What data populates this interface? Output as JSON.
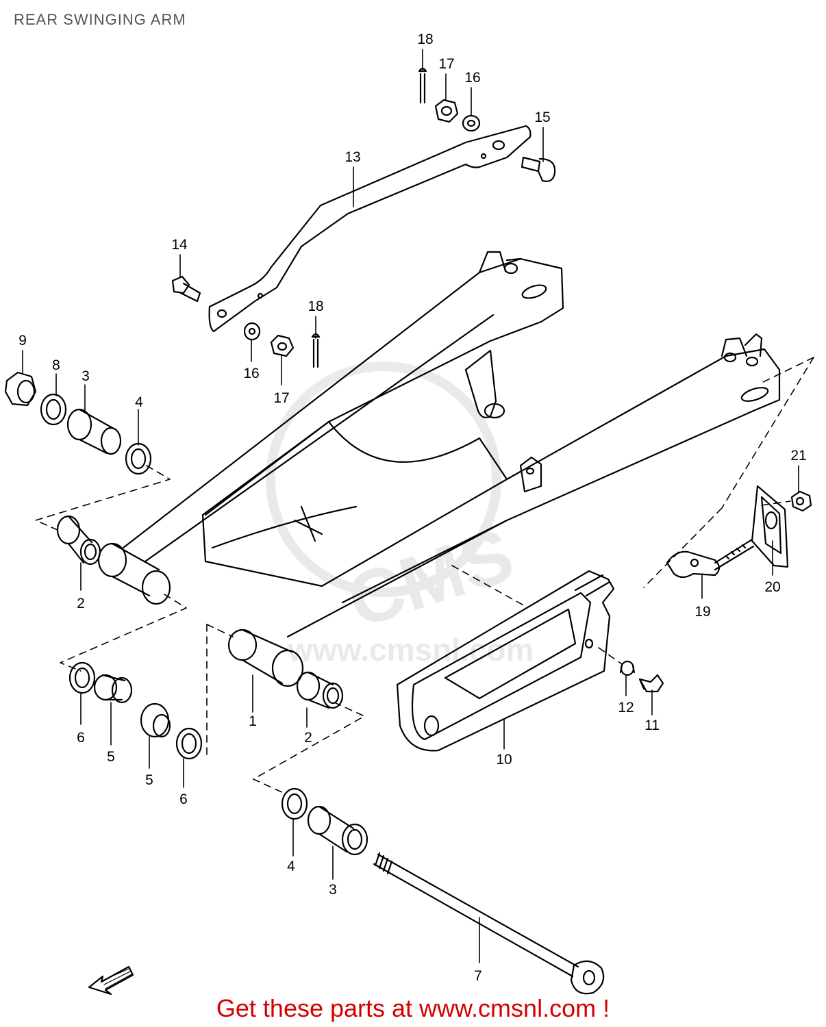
{
  "title": "REAR SWINGING ARM",
  "watermark": {
    "brand": "CMS",
    "url": "www.cmsnl.com"
  },
  "footer": "Get these parts at www.cmsnl.com !",
  "callouts": [
    {
      "id": "c18a",
      "text": "18"
    },
    {
      "id": "c17a",
      "text": "17"
    },
    {
      "id": "c16a",
      "text": "16"
    },
    {
      "id": "c15",
      "text": "15"
    },
    {
      "id": "c13",
      "text": "13"
    },
    {
      "id": "c14",
      "text": "14"
    },
    {
      "id": "c18b",
      "text": "18"
    },
    {
      "id": "c16b",
      "text": "16"
    },
    {
      "id": "c17b",
      "text": "17"
    },
    {
      "id": "c9",
      "text": "9"
    },
    {
      "id": "c8",
      "text": "8"
    },
    {
      "id": "c3a",
      "text": "3"
    },
    {
      "id": "c4a",
      "text": "4"
    },
    {
      "id": "c21",
      "text": "21"
    },
    {
      "id": "c20",
      "text": "20"
    },
    {
      "id": "c19",
      "text": "19"
    },
    {
      "id": "c2a",
      "text": "2"
    },
    {
      "id": "c1",
      "text": "1"
    },
    {
      "id": "c2b",
      "text": "2"
    },
    {
      "id": "c12",
      "text": "12"
    },
    {
      "id": "c11",
      "text": "11"
    },
    {
      "id": "c10",
      "text": "10"
    },
    {
      "id": "c6a",
      "text": "6"
    },
    {
      "id": "c5a",
      "text": "5"
    },
    {
      "id": "c5b",
      "text": "5"
    },
    {
      "id": "c6b",
      "text": "6"
    },
    {
      "id": "c4b",
      "text": "4"
    },
    {
      "id": "c3b",
      "text": "3"
    },
    {
      "id": "c7",
      "text": "7"
    }
  ],
  "colors": {
    "title": "#555555",
    "footer": "#d40000",
    "line": "#000000",
    "watermark": "#d8d8d8"
  }
}
